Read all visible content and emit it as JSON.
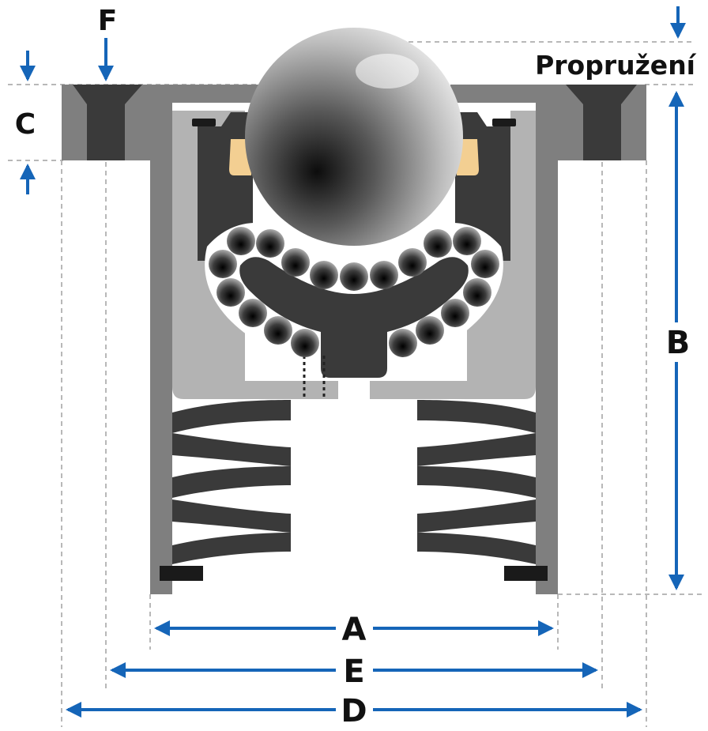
{
  "labels": {
    "a": "A",
    "b": "B",
    "c": "C",
    "d": "D",
    "e": "E",
    "f": "F",
    "travel": "Propružení"
  },
  "colors": {
    "arrow": "#1565b8",
    "housing": "#7f7f7f",
    "insert": "#b3b3b3",
    "dark": "#3a3a3a",
    "seal": "#f3cf92",
    "dashed": "#b8b8b8"
  }
}
